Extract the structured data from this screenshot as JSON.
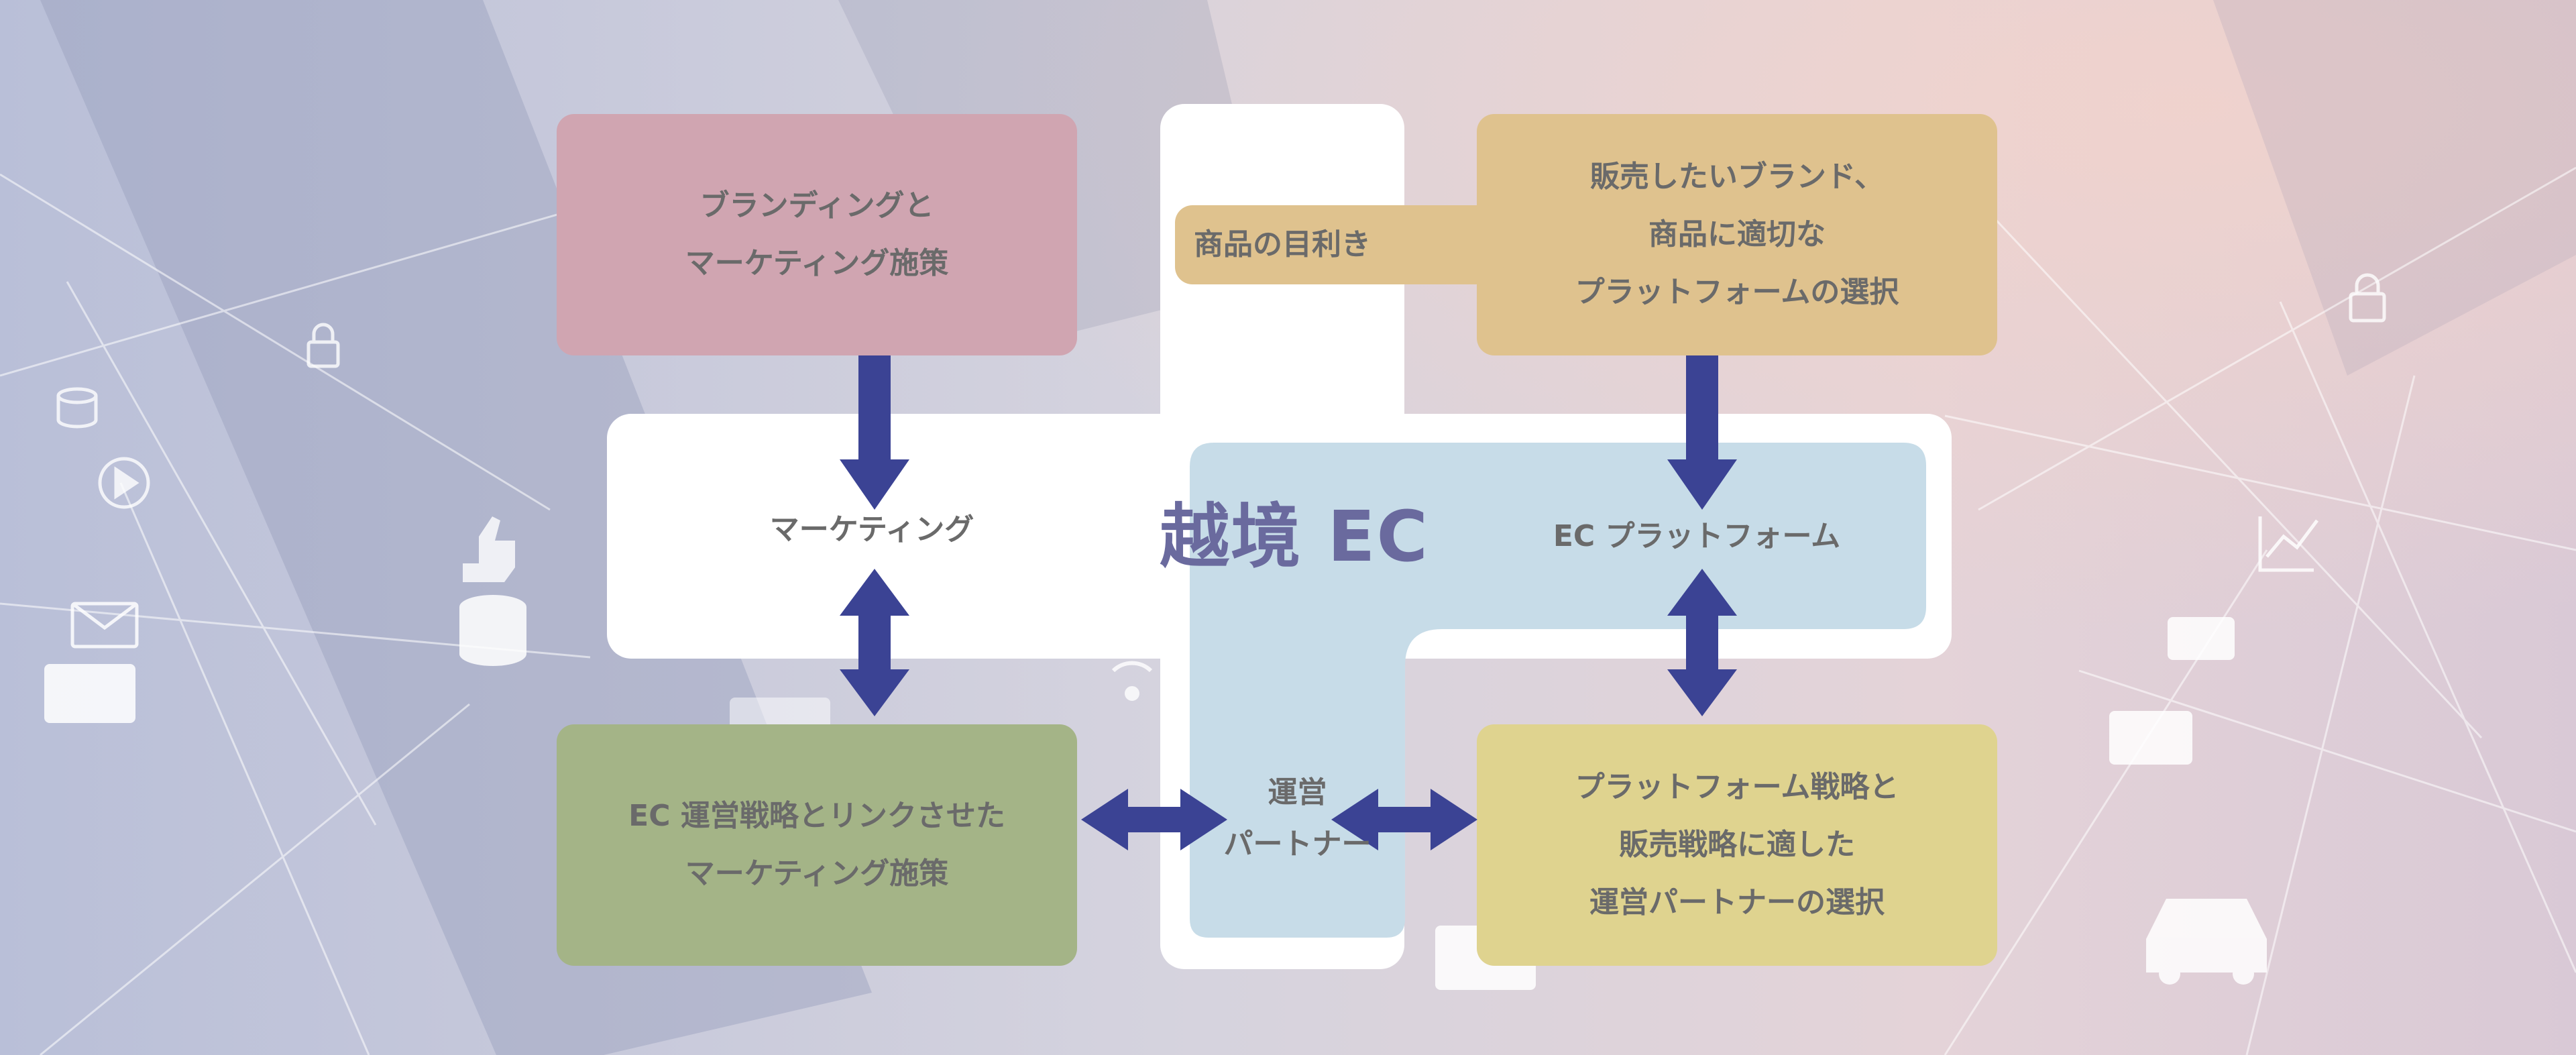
{
  "diagram": {
    "center_title": "越境 EC",
    "hub_labels": {
      "marketing": "マーケティング",
      "ec_platform": "EC プラットフォーム",
      "operation_partner": [
        "運営",
        "パートナー"
      ]
    },
    "tag": "商品の目利き",
    "boxes": {
      "branding": [
        "ブランディングと",
        "マーケティング施策"
      ],
      "brand_select": [
        "販売したいブランド、",
        "商品に適切な",
        "プラットフォームの選択"
      ],
      "ec_ops_marketing": [
        "EC 運営戦略とリンクさせた",
        "マーケティング施策"
      ],
      "platform_strategy": [
        "プラットフォーム戦略と",
        "販売戦略に適した",
        "運営パートナーの選択"
      ]
    },
    "colors": {
      "red_box": "#d0a5b1",
      "gold_box": "#dfc28e",
      "green_box": "#a4b487",
      "yellow_box": "#dfd38f",
      "light_blue": "#c7dce8",
      "arrow": "#3b4394",
      "title_text": "#6a6a9e",
      "label_text": "#6a6a6a"
    },
    "icons": [
      "lock-icon",
      "database-icon",
      "play-icon",
      "mail-icon",
      "card-icon",
      "coins-icon",
      "like-icon",
      "car-icon",
      "chart-icon",
      "wifi-icon"
    ]
  }
}
